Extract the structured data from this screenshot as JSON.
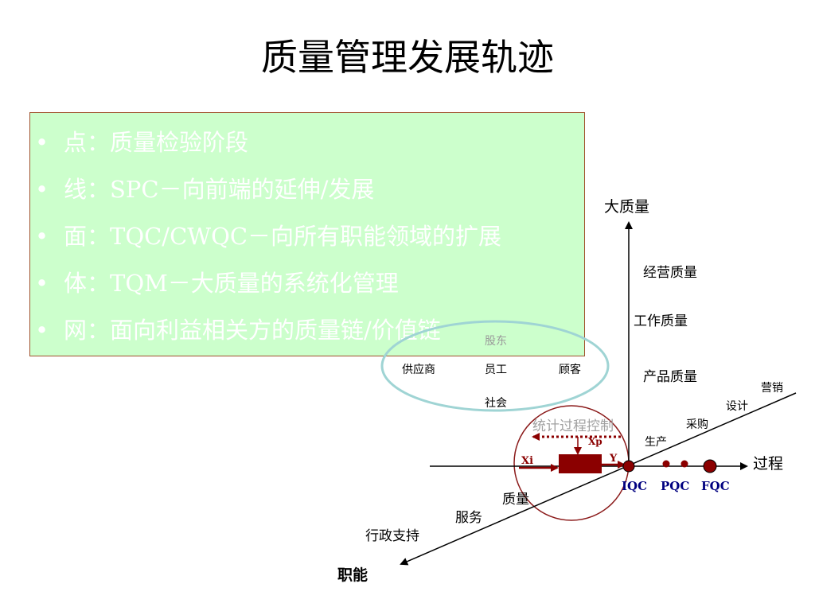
{
  "title": "质量管理发展轨迹",
  "bullets": [
    "点：质量检验阶段",
    "线：SPC－向前端的延伸/发展",
    "面：TQC/CWQC－向所有职能领域的扩展",
    "体：TQM－大质量的系统化管理",
    "网：面向利益相关方的质量链/价值链"
  ],
  "axes": {
    "vertical": "大质量",
    "horizontal": "过程",
    "diagonal": "职能"
  },
  "vertical_levels": [
    "经营质量",
    "工作质量",
    "产品质量"
  ],
  "process_labels": [
    "营销",
    "设计",
    "采购",
    "生产"
  ],
  "function_labels": [
    "质量",
    "服务",
    "行政支持"
  ],
  "qc_labels": [
    "IQC",
    "PQC",
    "FQC"
  ],
  "stakeholders": {
    "top": "股东",
    "left": "供应商",
    "center": "员工",
    "right": "顾客",
    "bottom": "社会"
  },
  "spc": {
    "label": "统计过程控制",
    "xp": "Xp",
    "xi": "Xi",
    "y": "Y"
  },
  "colors": {
    "box_fill": "#ccffcc",
    "box_border": "#a0522d",
    "dark_red": "#8b0000",
    "navy": "#000080",
    "ellipse": "#9fd4d4"
  }
}
